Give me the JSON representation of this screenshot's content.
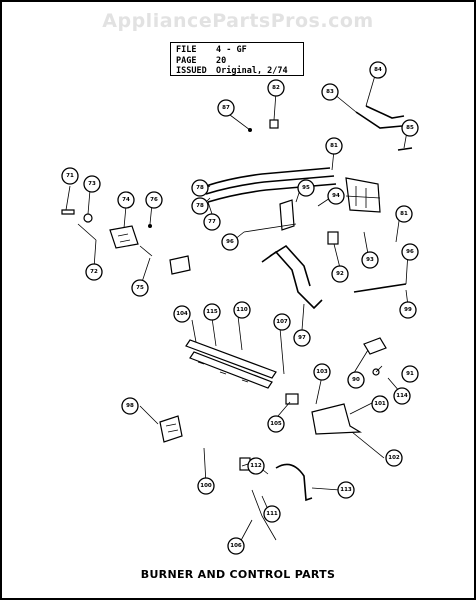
{
  "watermark": "AppliancePartsPros.com",
  "info": {
    "file_label": "FILE",
    "file_value": "4 - GF",
    "page_label": "PAGE",
    "page_value": "20",
    "issued_label": "ISSUED",
    "issued_value": "Original, 2/74"
  },
  "caption": "BURNER AND CONTROL PARTS",
  "callouts": [
    "87",
    "82",
    "83",
    "84",
    "85",
    "81",
    "71",
    "73",
    "74",
    "76",
    "78",
    "78",
    "77",
    "95",
    "94",
    "96",
    "81",
    "72",
    "75",
    "92",
    "93",
    "96",
    "97",
    "99",
    "104",
    "115",
    "110",
    "107",
    "103",
    "90",
    "91",
    "114",
    "105",
    "101",
    "98",
    "102",
    "100",
    "112",
    "113",
    "111",
    "106"
  ]
}
